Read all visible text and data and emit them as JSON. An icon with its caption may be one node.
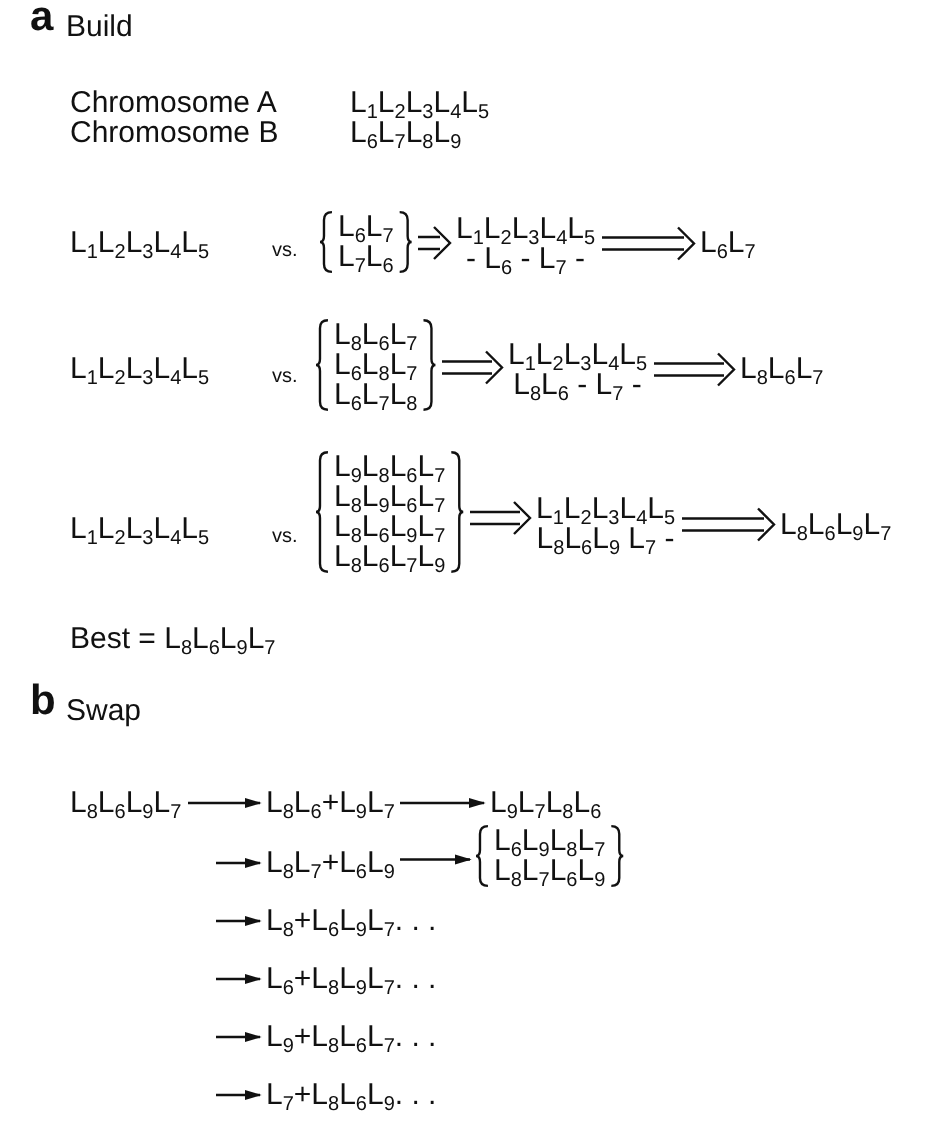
{
  "diagram": {
    "nodes": [
      {
        "text": [
          "L$_{6}$L$_{7}$",
          "L$_{7}$L$_{6}$"
        ]
      },
      {
        "text": [
          "L$_{1}$L$_{2}$L$_{3}$L$_{4}$L$_{5}$",
          "- L$_{6}$ - L$_{7}$ -"
        ]
      },
      {
        "text": [
          "L$_{6}$L$_{7}$"
        ]
      },
      {
        "text": [
          "L$_{8}$L$_{6}$L$_{7}$",
          "L$_{6}$L$_{8}$L$_{7}$",
          "L$_{6}$L$_{7}$L$_{8}$"
        ]
      },
      {
        "text": [
          "L$_{1}$L$_{2}$L$_{3}$L$_{4}$L$_{5}$",
          "L$_{8}$L$_{6}$ - L$_{7}$ -"
        ]
      },
      {
        "text": [
          "L$_{8}$L$_{6}$L$_{7}$"
        ]
      },
      {
        "text": [
          "L$_{9}$L$_{8}$L$_{6}$L$_{7}$",
          "L$_{8}$L$_{9}$L$_{6}$L$_{7}$",
          "L$_{8}$L$_{6}$L$_{9}$L$_{7}$",
          "L$_{8}$L$_{6}$L$_{7}$L$_{9}$"
        ]
      },
      {
        "text": [
          "L$_{1}$L$_{2}$L$_{3}$L$_{4}$L$_{5}$",
          "L$_{8}$L$_{6}$L$_{9}$ L$_{7}$ -"
        ]
      },
      {
        "text": [
          "L$_{8}$L$_{6}$L$_{9}$L$_{7}$"
        ]
      },
      {
        "text": [
          "L$_{8}$L$_{6}$L$_{9}$L$_{7}$"
        ]
      },
      {
        "text": [
          "L$_{8}$L$_{6}$+L$_{9}$L$_{7}$"
        ]
      },
      {
        "text": [
          "L$_{9}$L$_{7}$L$_{8}$L$_{6}$"
        ]
      },
      {
        "text": [
          "L$_{8}$L$_{7}$+L$_{6}$L$_{9}$"
        ]
      },
      {
        "text": [
          "L$_{6}$L$_{9}$L$_{8}$L$_{7}$",
          "L$_{8}$L$_{7}$L$_{6}$L$_{9}$"
        ]
      },
      {
        "text": [
          "L$_{8}$+L$_{6}$L$_{9}$L$_{7}$. . ."
        ]
      },
      {
        "text": [
          "L$_{6}$+L$_{8}$L$_{9}$L$_{7}$. . ."
        ]
      },
      {
        "text": [
          "L$_{9}$+L$_{8}$L$_{6}$L$_{7}$. . ."
        ]
      },
      {
        "text": [
          "L$_{7}$+L$_{8}$L$_{6}$L$_{9}$. . ."
        ]
      }
    ],
    "edges": [
      {
        "from": 0,
        "to": 1,
        "arrow": "to"
      },
      {
        "from": 1,
        "to": 2,
        "arrow": "to"
      },
      {
        "from": 3,
        "to": 4,
        "arrow": "to"
      },
      {
        "from": 4,
        "to": 5,
        "arrow": "to"
      },
      {
        "from": 6,
        "to": 7,
        "arrow": "to"
      },
      {
        "from": 7,
        "to": 8,
        "arrow": "to"
      },
      {
        "from": 9,
        "to": 10,
        "arrow": "to"
      },
      {
        "from": 10,
        "to": 11,
        "arrow": "to"
      },
      {
        "from": null,
        "to": 12,
        "arrow": "to"
      },
      {
        "from": 12,
        "to": 13,
        "arrow": "to"
      },
      {
        "from": null,
        "to": 14,
        "arrow": "to"
      },
      {
        "from": null,
        "to": 15,
        "arrow": "to"
      },
      {
        "from": null,
        "to": 16,
        "arrow": "to"
      },
      {
        "from": null,
        "to": 17,
        "arrow": "to"
      }
    ],
    "labels": [
      "a",
      "Build",
      "Chromosome A",
      "L$_{1}$L$_{2}$L$_{3}$L$_{4}$L$_{5}$",
      "Chromosome B",
      "L$_{6}$L$_{7}$L$_{8}$L$_{9}$",
      "L$_{1}$L$_{2}$L$_{3}$L$_{4}$L$_{5}$",
      "vs.",
      "L$_{1}$L$_{2}$L$_{3}$L$_{4}$L$_{5}$",
      "vs.",
      "L$_{1}$L$_{2}$L$_{3}$L$_{4}$L$_{5}$",
      "vs.",
      "Best = L$_{8}$L$_{6}$L$_{9}$L$_{7}$",
      "b",
      "Swap"
    ]
  }
}
